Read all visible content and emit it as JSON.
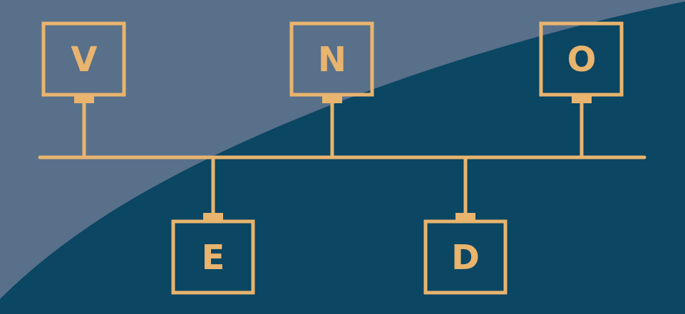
{
  "colors": {
    "background": "#0b4663",
    "highlight": "#59708a",
    "accent": "#e8b46e"
  },
  "diagram": {
    "type": "bus-topology",
    "top_nodes": [
      {
        "label": "V"
      },
      {
        "label": "N"
      },
      {
        "label": "O"
      }
    ],
    "bottom_nodes": [
      {
        "label": "E"
      },
      {
        "label": "D"
      }
    ]
  }
}
